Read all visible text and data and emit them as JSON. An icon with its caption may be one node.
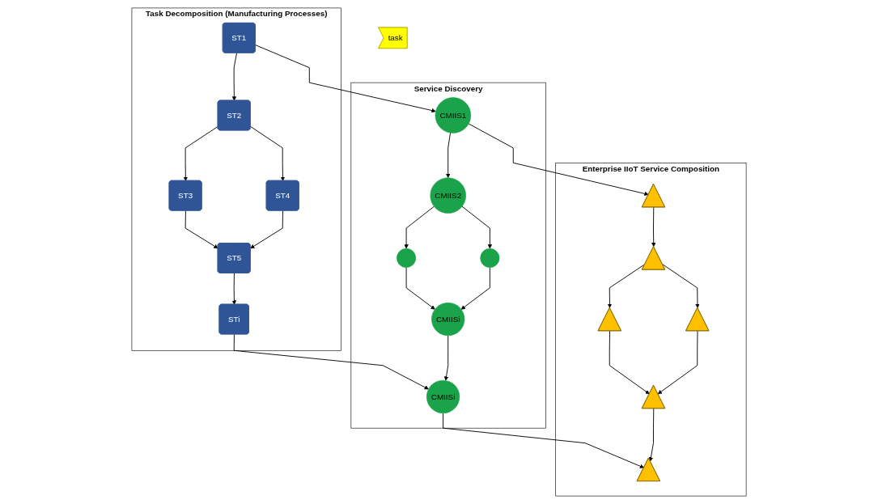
{
  "diagram": {
    "nodes": [
      {
        "text": [
          "task"
        ]
      },
      {
        "text": [
          "Task Decomposition (Manufacturing Processes)"
        ]
      },
      {
        "text": [
          "ST1"
        ],
        "in": 1
      },
      {
        "text": [
          "ST2"
        ],
        "in": 1
      },
      {
        "text": [
          "ST3"
        ],
        "in": 1
      },
      {
        "text": [
          "ST4"
        ],
        "in": 1
      },
      {
        "text": [
          "ST5"
        ],
        "in": 1
      },
      {
        "text": [
          "STi"
        ],
        "in": 1
      },
      {
        "text": [
          "Service Discovery"
        ]
      },
      {
        "text": [
          "CMIIS1"
        ],
        "in": 8
      },
      {
        "text": [
          "CMIIS2"
        ],
        "in": 8
      },
      {
        "text": [],
        "shape": "circle",
        "in": 8
      },
      {
        "text": [],
        "shape": "circle",
        "in": 8
      },
      {
        "text": [
          "CMIISi"
        ],
        "in": 8
      },
      {
        "text": [
          "CMIISi"
        ],
        "in": 8
      },
      {
        "text": [
          "Enterprise IIoT Service Composition"
        ]
      },
      {
        "text": [],
        "shape": "triangle",
        "in": 15
      },
      {
        "text": [],
        "shape": "triangle",
        "in": 15
      },
      {
        "text": [],
        "shape": "triangle",
        "in": 15
      },
      {
        "text": [],
        "shape": "triangle",
        "in": 15
      },
      {
        "text": [],
        "shape": "triangle",
        "in": 15
      },
      {
        "text": [],
        "shape": "triangle",
        "in": 15
      }
    ],
    "edges": [
      {
        "from": 2,
        "to": 3,
        "arrow": "to"
      },
      {
        "from": 3,
        "to": 4,
        "arrow": "to"
      },
      {
        "from": 3,
        "to": 5,
        "arrow": "to"
      },
      {
        "from": 4,
        "to": 6,
        "arrow": "to"
      },
      {
        "from": 5,
        "to": 6,
        "arrow": "to"
      },
      {
        "from": 6,
        "to": 7,
        "arrow": "to"
      },
      {
        "from": 2,
        "to": 9,
        "arrow": "to"
      },
      {
        "from": 7,
        "to": 14,
        "arrow": "to"
      },
      {
        "from": 9,
        "to": 10,
        "arrow": "to"
      },
      {
        "from": 10,
        "to": 11,
        "arrow": "to"
      },
      {
        "from": 10,
        "to": 12,
        "arrow": "to"
      },
      {
        "from": 11,
        "to": 13,
        "arrow": "to"
      },
      {
        "from": 12,
        "to": 13,
        "arrow": "to"
      },
      {
        "from": 13,
        "to": 14,
        "arrow": "to"
      },
      {
        "from": 9,
        "to": 16,
        "arrow": "to"
      },
      {
        "from": 14,
        "to": 21,
        "arrow": "to"
      },
      {
        "from": 16,
        "to": 17,
        "arrow": "to"
      },
      {
        "from": 17,
        "to": 18,
        "arrow": "to"
      },
      {
        "from": 17,
        "to": 19,
        "arrow": "to"
      },
      {
        "from": 18,
        "to": 20,
        "arrow": "to"
      },
      {
        "from": 19,
        "to": 20,
        "arrow": "to"
      },
      {
        "from": 20,
        "to": 21,
        "arrow": "to"
      }
    ]
  }
}
